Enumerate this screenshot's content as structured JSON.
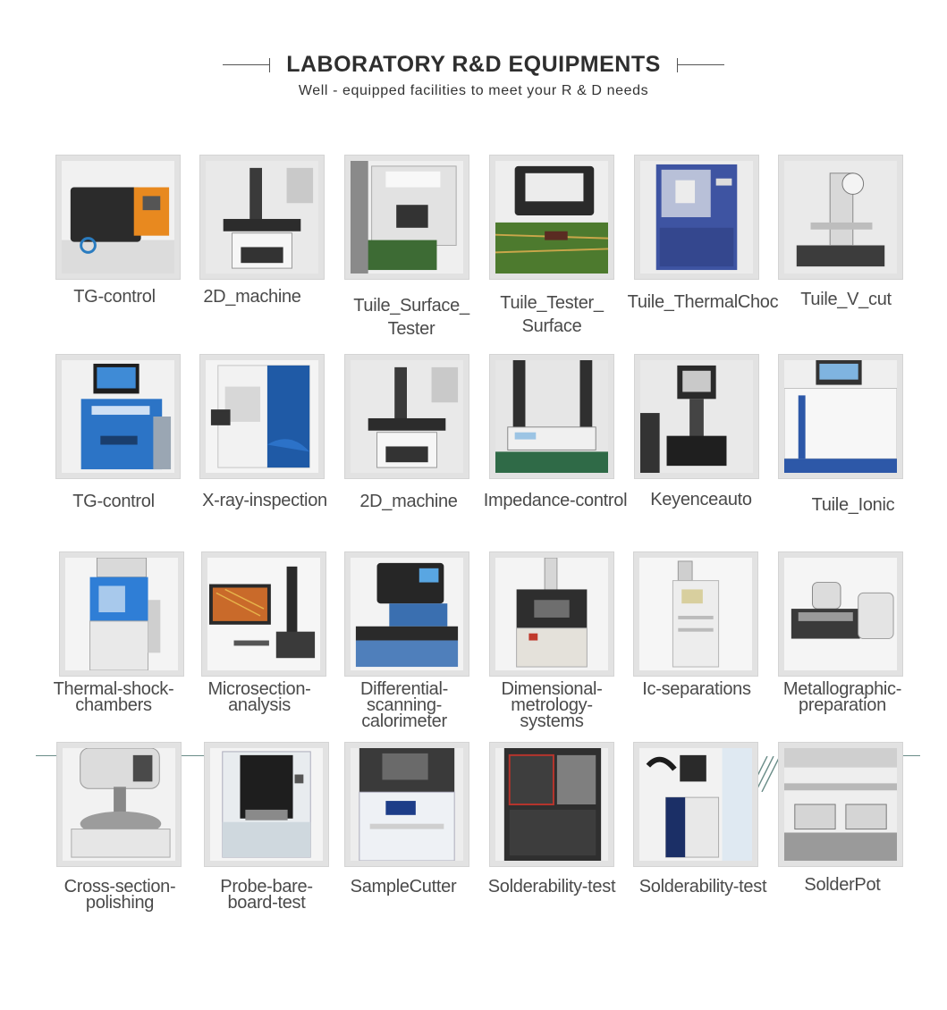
{
  "header": {
    "title": "LABORATORY R&D EQUIPMENTS",
    "subtitle": "Well - equipped facilities to meet your R & D needs"
  },
  "equipment": [
    {
      "label": "TG-control",
      "icon": "orange-analyzer-icon"
    },
    {
      "label": "2D_machine",
      "icon": "measuring-machine-icon"
    },
    {
      "label": "Tuile_Surface_\nTester",
      "icon": "surface-tester-icon"
    },
    {
      "label": "Tuile_Tester_\nSurface",
      "icon": "pcb-tester-icon"
    },
    {
      "label": "Tuile_ThermalChoc",
      "icon": "thermal-chamber-icon"
    },
    {
      "label": "Tuile_V_cut",
      "icon": "v-cut-gauge-icon"
    },
    {
      "label": "TG-control",
      "icon": "blue-xrf-icon"
    },
    {
      "label": "X-ray-inspection",
      "icon": "xray-cabinet-icon"
    },
    {
      "label": "2D_machine",
      "icon": "measuring-machine-icon"
    },
    {
      "label": "Impedance-control",
      "icon": "impedance-tester-icon"
    },
    {
      "label": "Keyenceauto",
      "icon": "keyence-microscope-icon"
    },
    {
      "label": "Tuile_Ionic",
      "icon": "contamination-tester-icon"
    },
    {
      "label": "Thermal-shock-\nchambers",
      "icon": "shock-chamber-icon"
    },
    {
      "label": "Microsection-\nanalysis",
      "icon": "microscope-icon"
    },
    {
      "label": "Differential-\nscanning-\ncalorimeter",
      "icon": "calorimeter-icon"
    },
    {
      "label": "Dimensional-\nmetrology-\nsystems",
      "icon": "cmm-icon"
    },
    {
      "label": "Ic-separations",
      "icon": "ion-chromatograph-icon"
    },
    {
      "label": "Metallographic-\npreparation",
      "icon": "grinder-icon"
    },
    {
      "label": "Cross-section-\npolishing",
      "icon": "polisher-icon"
    },
    {
      "label": "Probe-bare-\nboard-test",
      "icon": "probe-tester-icon"
    },
    {
      "label": "SampleCutter",
      "icon": "sample-cutter-icon"
    },
    {
      "label": "Solderability-test",
      "icon": "oven-cabinet-icon"
    },
    {
      "label": "Solderability-test",
      "icon": "wetting-balance-icon"
    },
    {
      "label": "SolderPot",
      "icon": "solder-pot-icon"
    }
  ],
  "colors": {
    "title": "#2e2e2e",
    "label": "#4a4a4a",
    "tile_bg": "#e2e2e2",
    "accent_line": "#6a8d88"
  }
}
